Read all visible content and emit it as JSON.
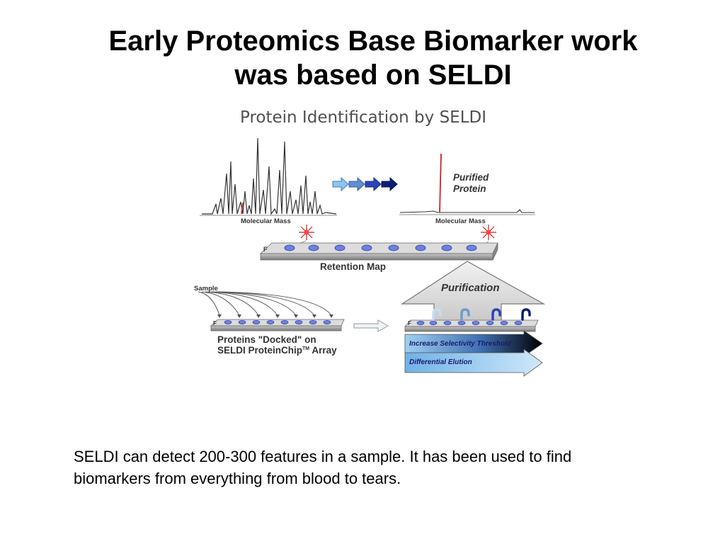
{
  "slide": {
    "title_line1": "Early Proteomics Base Biomarker work",
    "title_line2": "was based on SELDI",
    "caption_line1": "SELDI can detect 200-300 features in a sample.  It has been used to find",
    "caption_line2": "biomarkers from everything from blood to tears."
  },
  "diagram": {
    "title": "Protein Identification by SELDI",
    "spectrum_axis_label_left": "Molecular Mass",
    "spectrum_axis_label_right": "Molecular Mass",
    "purified_label_line1": "Purified",
    "purified_label_line2": "Protein",
    "retention_map_label": "Retention Map",
    "sample_label": "Sample",
    "docked_label_line1": "Proteins \"Docked\" on",
    "docked_label_line2": "SELDI ProteinChip",
    "docked_label_tm": "TM",
    "docked_label_line2_end": " Array",
    "purification_label": "Purification",
    "selectivity_label": "Increase Selectivity Threshold",
    "elution_label": "Differential   Elution",
    "colors": {
      "peak_red": "#cc2222",
      "arrow_blue_dark": "#1a2a9a",
      "arrow_blue_light": "#8cc6ee",
      "chip_gray": "#9a9a9a",
      "spot_blue": "#5a6ed8"
    }
  }
}
